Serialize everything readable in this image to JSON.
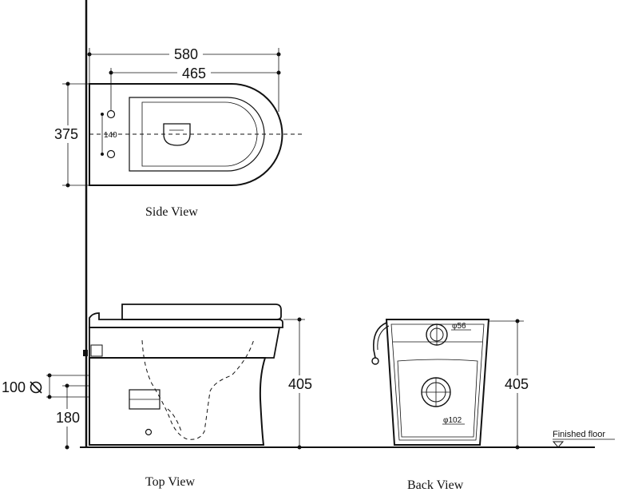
{
  "side_view": {
    "caption": "Side View",
    "dim_overall_length": "580",
    "dim_fixing_to_outlet": "465",
    "dim_width": "375",
    "dim_fixing_spacing": "140"
  },
  "top_view": {
    "caption": "Top View",
    "dim_height": "405",
    "dim_inlet_diameter": "100",
    "dim_inlet_height": "180"
  },
  "back_view": {
    "caption": "Back View",
    "dim_height": "405",
    "dim_upper_pipe": "φ56",
    "dim_lower_pipe": "φ102",
    "floor_label": "Finished floor"
  }
}
